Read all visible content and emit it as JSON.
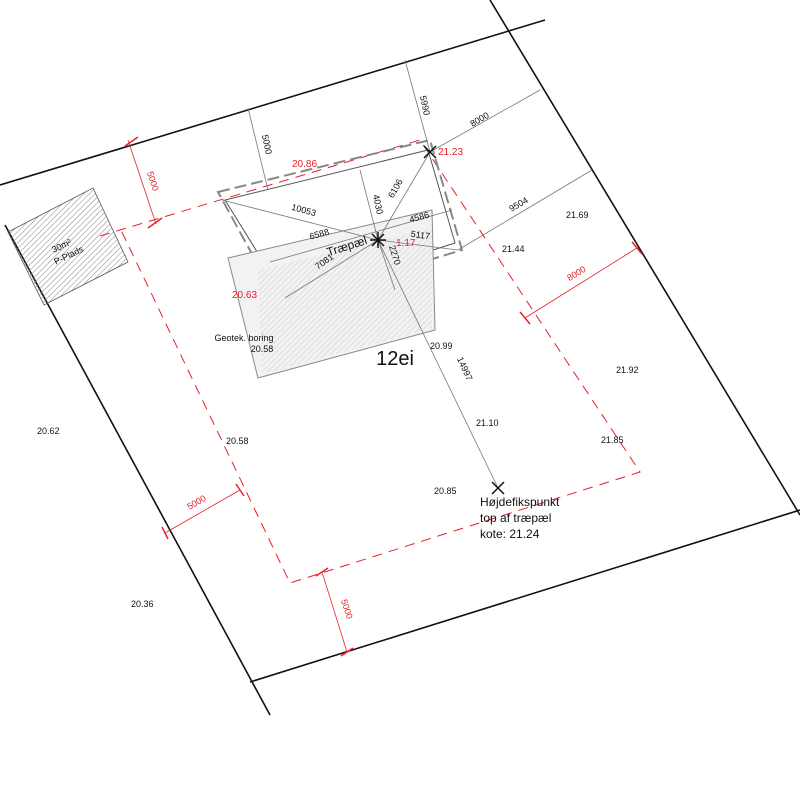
{
  "lot_label": "12ei",
  "parking": {
    "area": "30m²",
    "label": "P-Plads"
  },
  "stake_label": "Træpæl",
  "benchmark": {
    "line1": "Højdefikspunkt",
    "line2": "top af træpæl",
    "line3": "kote: 21.24"
  },
  "geotech": {
    "label": "Geotek. boring",
    "level": "20.58"
  },
  "red_levels": [
    "20.86",
    "21.23",
    "20.63",
    "1.17"
  ],
  "levels": [
    "21.69",
    "21.44",
    "20.99",
    "21.92",
    "21.10",
    "21.85",
    "20.85",
    "20.58",
    "20.62",
    "20.36"
  ],
  "dimensions": [
    "5000",
    "5990",
    "8000",
    "10053",
    "6588",
    "4030",
    "6106",
    "4586",
    "5117",
    "9504",
    "7081",
    "2270",
    "14997"
  ],
  "setback_dimensions": [
    "5000",
    "8000",
    "5000",
    "5000"
  ],
  "colors": {
    "setback": "#e8202a",
    "line": "#111111"
  }
}
